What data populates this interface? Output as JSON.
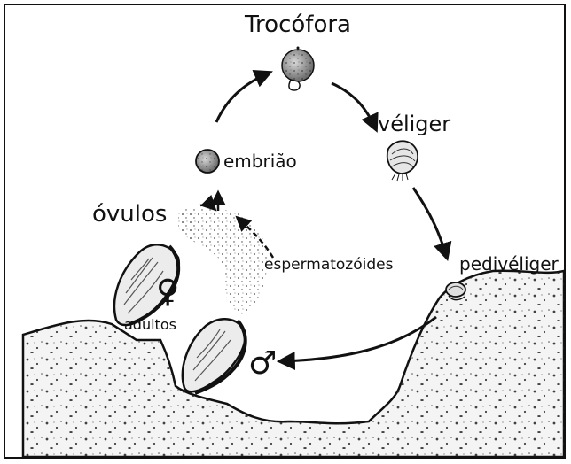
{
  "diagram": {
    "labels": {
      "trochophore": "Trocófora",
      "veliger": "véliger",
      "embryo": "embrião",
      "eggs": "óvulos",
      "sperm": "espermatozóides",
      "pediveliger": "pedivéliger",
      "adults": "adultos",
      "female_symbol": "♀",
      "male_symbol": "♂"
    },
    "colors": {
      "ink": "#111111",
      "seabed_fill": "#f2f2f2",
      "larva_fill": "#9a9a9a",
      "shell_fill": "#e8e8e8"
    }
  }
}
